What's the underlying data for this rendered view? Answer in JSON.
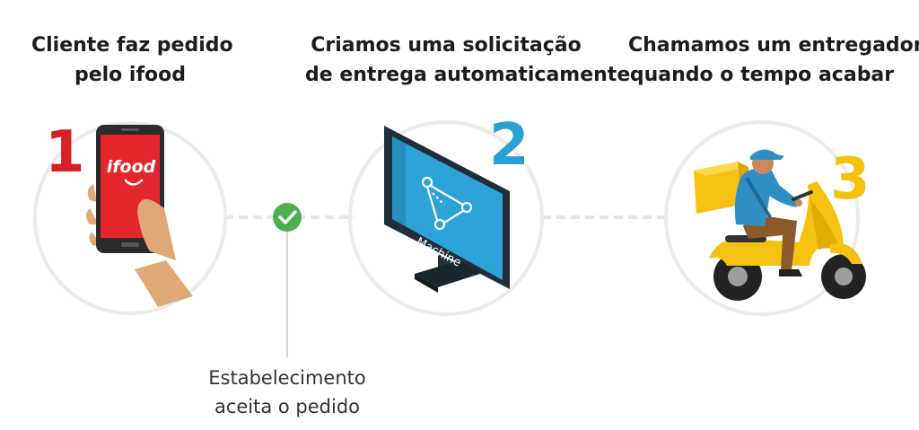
{
  "steps": [
    {
      "number": "1",
      "title_line1": "Cliente faz pedido",
      "title_line2": "pelo ifood",
      "number_color": "#d81f26"
    },
    {
      "number": "2",
      "title_line1": "Criamos uma solicitação",
      "title_line2": "de entrega automaticamente",
      "number_color": "#2aa0d4"
    },
    {
      "number": "3",
      "title_line1": "Chamamos um entregador",
      "title_line2": "quando o tempo acabar",
      "number_color": "#f4c20d"
    }
  ],
  "phone": {
    "brand_text": "ifood",
    "screen_color": "#e3262c"
  },
  "monitor": {
    "screen_text": "Machine",
    "screen_color": "#2ba3d6"
  },
  "check": {
    "color": "#4caf50",
    "icon": "check-icon"
  },
  "caption": {
    "line1": "Estabelecimento",
    "line2": "aceita o pedido"
  },
  "colors": {
    "circle": "#ececec",
    "connector": "#e6e6e6",
    "scooter": "#f5c211",
    "jacket": "#2f8fc4"
  }
}
